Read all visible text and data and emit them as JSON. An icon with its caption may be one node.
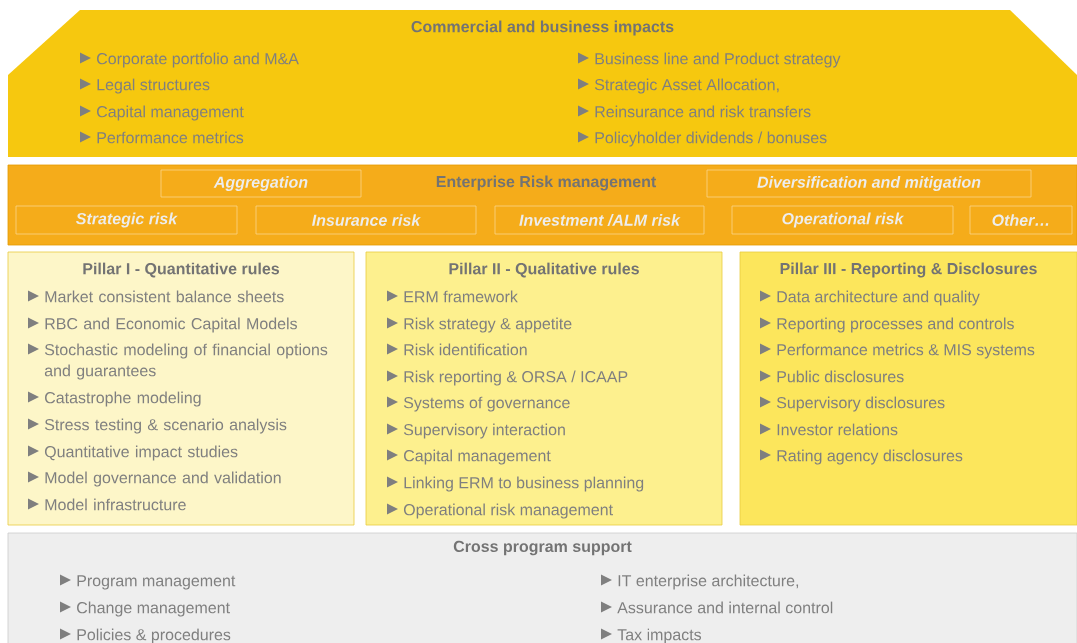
{
  "diagram": {
    "nodes": [
      {
        "text": [
          "Commercial and business impacts",
          "Corporate portfolio and  M&A",
          "Legal structures",
          "Capital management",
          "Performance metrics",
          "Business line and Product strategy",
          "Strategic Asset Allocation,",
          "Reinsurance and risk transfers",
          "Policyholder dividends / bonuses"
        ]
      },
      {
        "text": [
          "Enterprise Risk management"
        ]
      },
      {
        "text": [
          "Aggregation"
        ],
        "in": 1
      },
      {
        "text": [
          "Diversification and mitigation"
        ],
        "in": 1
      },
      {
        "text": [
          "Strategic risk"
        ],
        "in": 1
      },
      {
        "text": [
          "Insurance risk"
        ],
        "in": 1
      },
      {
        "text": [
          "Investment /ALM risk"
        ],
        "in": 1
      },
      {
        "text": [
          "Operational risk"
        ],
        "in": 1
      },
      {
        "text": [
          "Other…"
        ],
        "in": 1
      },
      {
        "text": [
          "Pillar I - Quantitative rules",
          "Market consistent balance sheets",
          "RBC and Economic Capital Models",
          "Stochastic modeling of  financial options and guarantees",
          "Catastrophe modeling",
          "Stress testing & scenario analysis",
          "Quantitative impact studies",
          "Model governance and validation",
          "Model infrastructure"
        ]
      },
      {
        "text": [
          "Pillar II - Qualitative rules",
          "ERM framework",
          "Risk strategy & appetite",
          "Risk identification",
          "Risk reporting & ORSA / ICAAP",
          "Systems of governance",
          "Supervisory interaction",
          "Capital management",
          "Linking ERM to business planning",
          "Operational risk management"
        ]
      },
      {
        "text": [
          "Pillar III - Reporting & Disclosures",
          "Data architecture and quality",
          "Reporting processes and controls",
          "Performance metrics & MIS systems",
          "Public disclosures",
          "Supervisory disclosures",
          "Investor relations",
          "Rating agency disclosures"
        ]
      },
      {
        "text": [
          "Cross program support",
          "Program management",
          "Change management",
          "Policies & procedures",
          "IT enterprise architecture,",
          "Assurance and internal control",
          "Tax impacts"
        ]
      }
    ]
  }
}
